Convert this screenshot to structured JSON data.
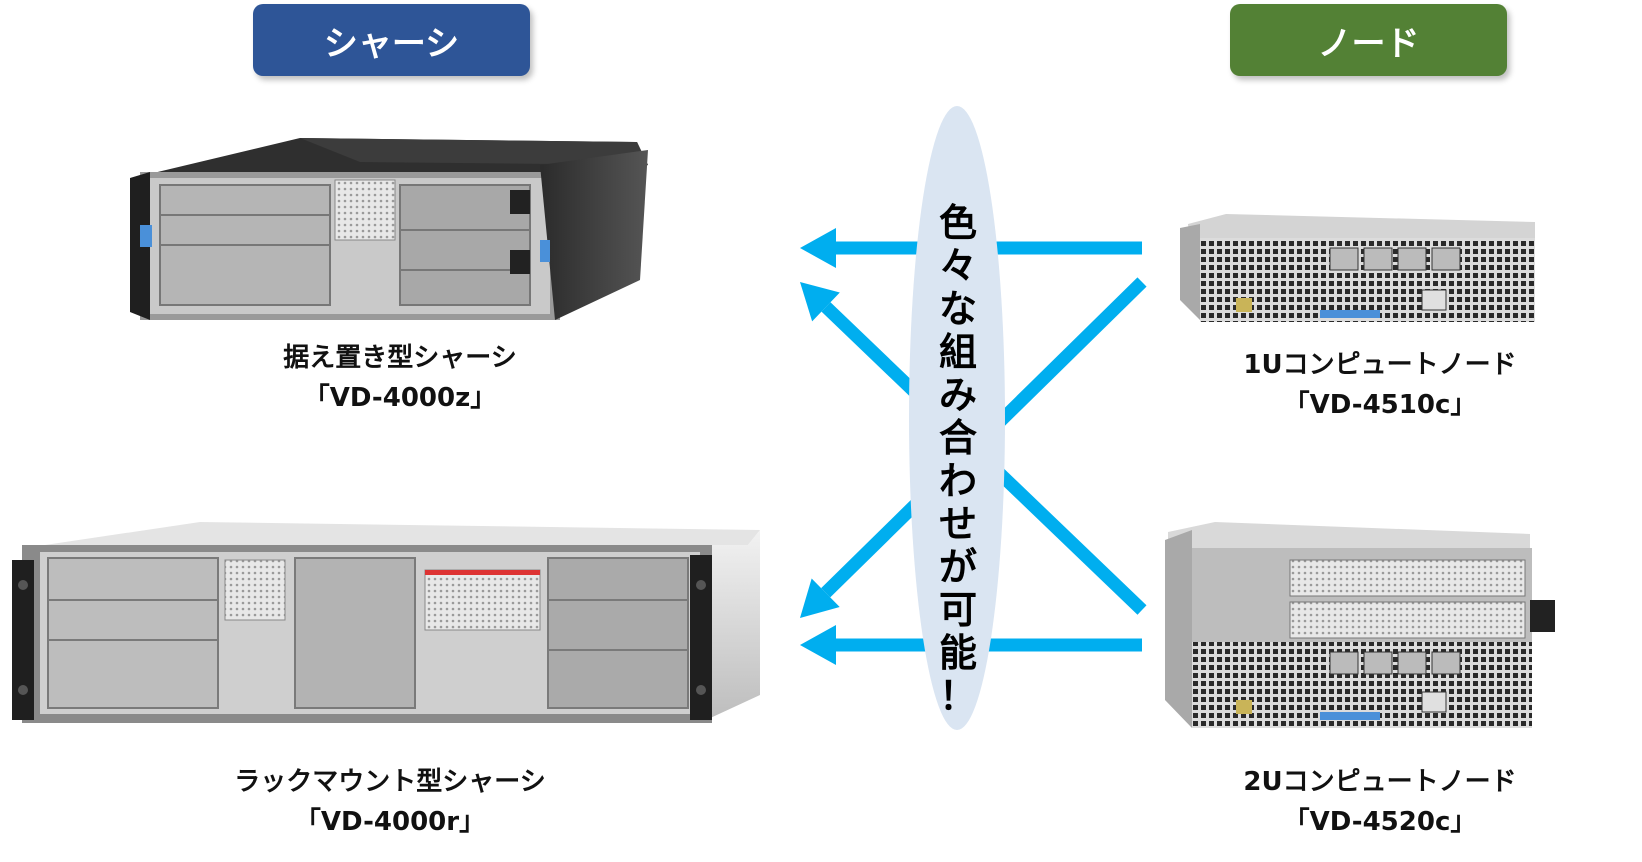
{
  "headers": {
    "chassis": {
      "label": "シャーシ",
      "color": "#2E5597"
    },
    "node": {
      "label": "ノード",
      "color": "#538135"
    }
  },
  "products": {
    "chassis_desktop": {
      "name": "据え置き型シャーシ",
      "model": "「VD-4000z」"
    },
    "chassis_rack": {
      "name": "ラックマウント型シャーシ",
      "model": "「VD-4000r」"
    },
    "node_1u": {
      "name": "1Uコンピュートノード",
      "model": "「VD-4510c」"
    },
    "node_2u": {
      "name": "2Uコンピュートノード",
      "model": "「VD-4520c」"
    }
  },
  "center_label": {
    "chars": [
      "色",
      "々",
      "な",
      "組",
      "み",
      "合",
      "わ",
      "せ",
      "が",
      "可",
      "能",
      "！"
    ],
    "ellipse_color": "#DAE5F2"
  },
  "arrow_color": "#00AEEF"
}
